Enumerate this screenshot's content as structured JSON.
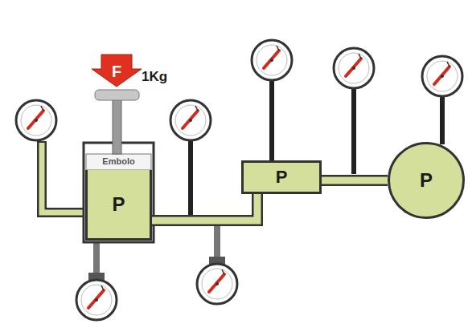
{
  "diagram": {
    "nodes": [
      {
        "text": [
          "P"
        ]
      },
      {
        "text": [
          "P"
        ]
      },
      {
        "text": [
          "P"
        ]
      }
    ],
    "edges": [
      {
        "from": 0,
        "to": 1,
        "arrow": "none"
      },
      {
        "from": 1,
        "to": 2,
        "arrow": "none"
      }
    ],
    "labels": [
      "F",
      "1Kg",
      "Embolo"
    ]
  }
}
